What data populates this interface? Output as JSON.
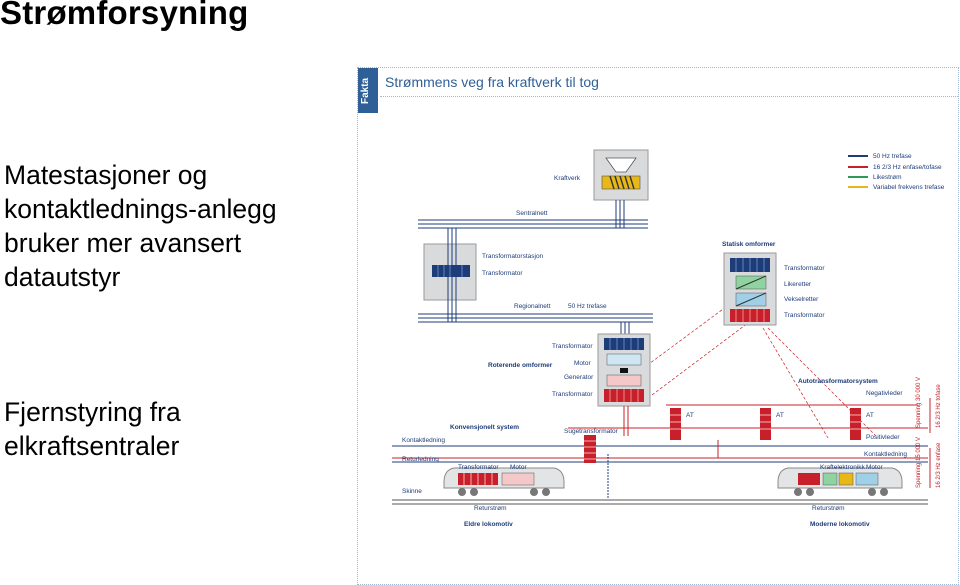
{
  "slide": {
    "title": "Strømforsyning",
    "bullets": [
      "Matestasjoner og kontaktlednings-anlegg bruker mer avansert datautstyr",
      "Fjernstyring fra elkraftsentraler"
    ]
  },
  "figure": {
    "tab": "Fakta",
    "title": "Strømmens veg fra kraftverk til tog",
    "legend": [
      {
        "label": "50 Hz trefase",
        "color": "#1d3c78"
      },
      {
        "label": "16 2/3 Hz enfase/tofase",
        "color": "#c8202a"
      },
      {
        "label": "Likestrøm",
        "color": "#2e9a58"
      },
      {
        "label": "Variabel frekvens trefase",
        "color": "#e8b818"
      }
    ],
    "labels": {
      "kraftverk": "Kraftverk",
      "sentralnett": "Sentralnett",
      "transformatorstasjon": "Transformatorstasjon",
      "transformator": "Transformator",
      "regionalnett": "Regionalnett",
      "trefase": "50 Hz trefase",
      "statisk_omformer": "Statisk omformer",
      "s_transformator1": "Transformator",
      "likeretter": "Likeretter",
      "vekselretter": "Vekselretter",
      "s_transformator2": "Transformator",
      "roterende_omformer": "Roterende omformer",
      "r_transformator1": "Transformator",
      "motor": "Motor",
      "generator": "Generator",
      "r_transformator2": "Transformator",
      "autotransformatorsystem": "Autotransformatorsystem",
      "negativleder": "Negativleder",
      "positivleder": "Positivleder",
      "at1": "AT",
      "at2": "AT",
      "at3": "AT",
      "konvensjonelt_system": "Konvensjonelt system",
      "sugetransformator": "Sugetransformator",
      "kontaktledning": "Kontaktledning",
      "returledning": "Returledning",
      "skinne": "Skinne",
      "loco_transformator": "Transformator",
      "loco_motor": "Motor",
      "returstrom1": "Returstrøm",
      "eldre_lokomotiv": "Eldre lokomotiv",
      "kontaktledning2": "Kontaktledning",
      "kraftelektronikk": "Kraftelektronikk",
      "loco_motor2": "Motor",
      "returstrom2": "Returstrøm",
      "moderne_lokomotiv": "Moderne lokomotiv",
      "spenning_30kv": "Spenning 30 000 V",
      "spenning_15kv": "Spenning 15 000 V",
      "hz_tofase": "16 2/3 Hz tofase",
      "hz_enfase": "16 2/3 Hz enfase"
    }
  }
}
